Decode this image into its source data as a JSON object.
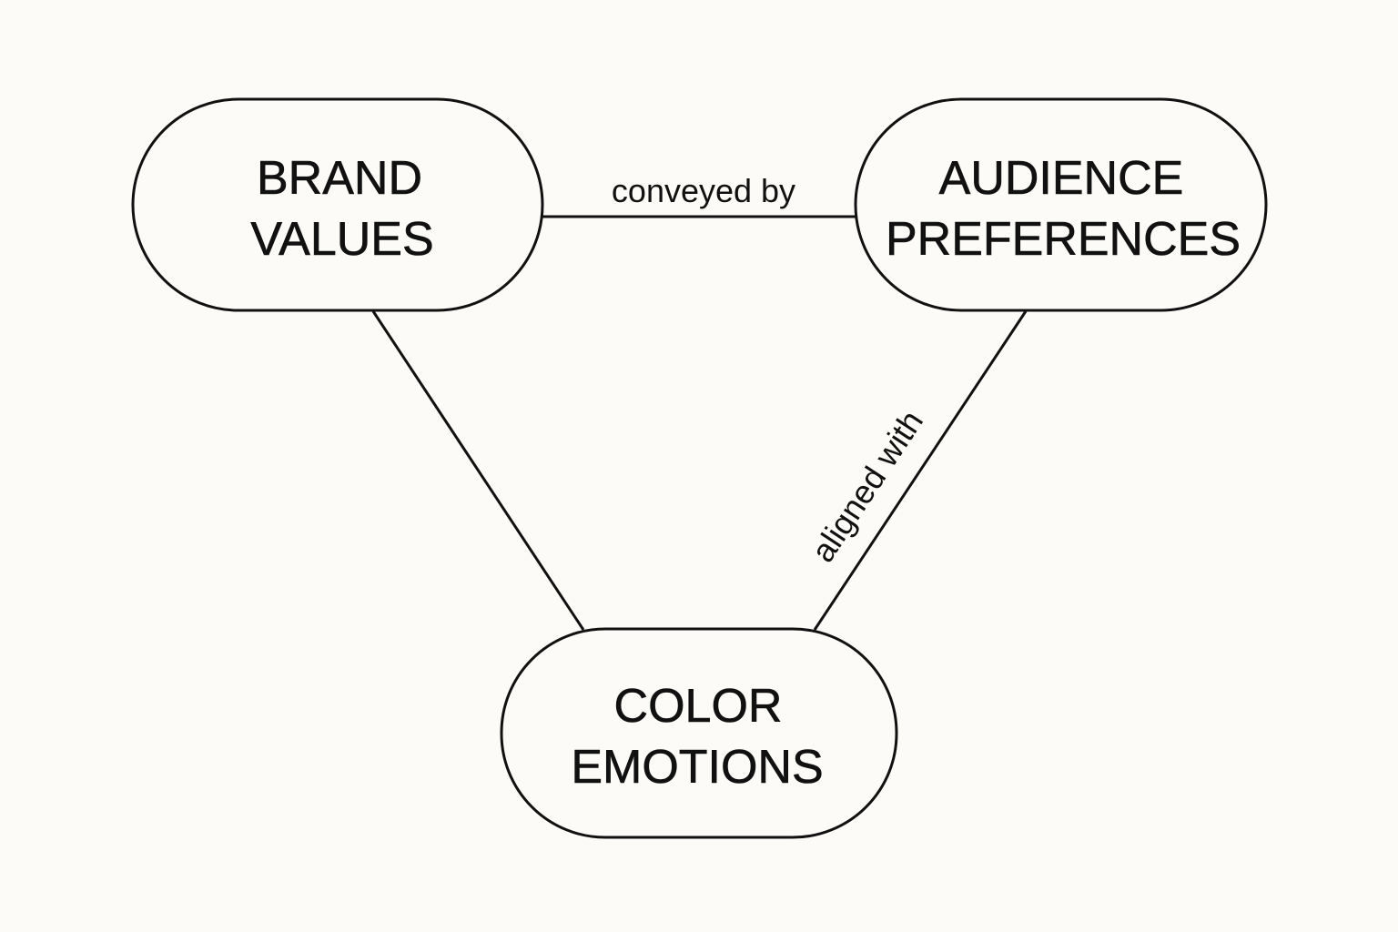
{
  "nodes": {
    "brand_values": {
      "line1": "BRAND",
      "line2": "VALUES"
    },
    "audience_preferences": {
      "line1": "AUDIENCE",
      "line2": "PREFERENCES"
    },
    "color_emotions": {
      "line1": "COLOR",
      "line2": "EMOTIONS"
    }
  },
  "edges": {
    "brand_to_audience": {
      "label": "conveyed by"
    },
    "audience_to_color": {
      "label": "aligned with"
    },
    "brand_to_color": {
      "label": ""
    }
  },
  "colors": {
    "background": "#fcfbf7",
    "stroke": "#111111",
    "text": "#111111"
  }
}
